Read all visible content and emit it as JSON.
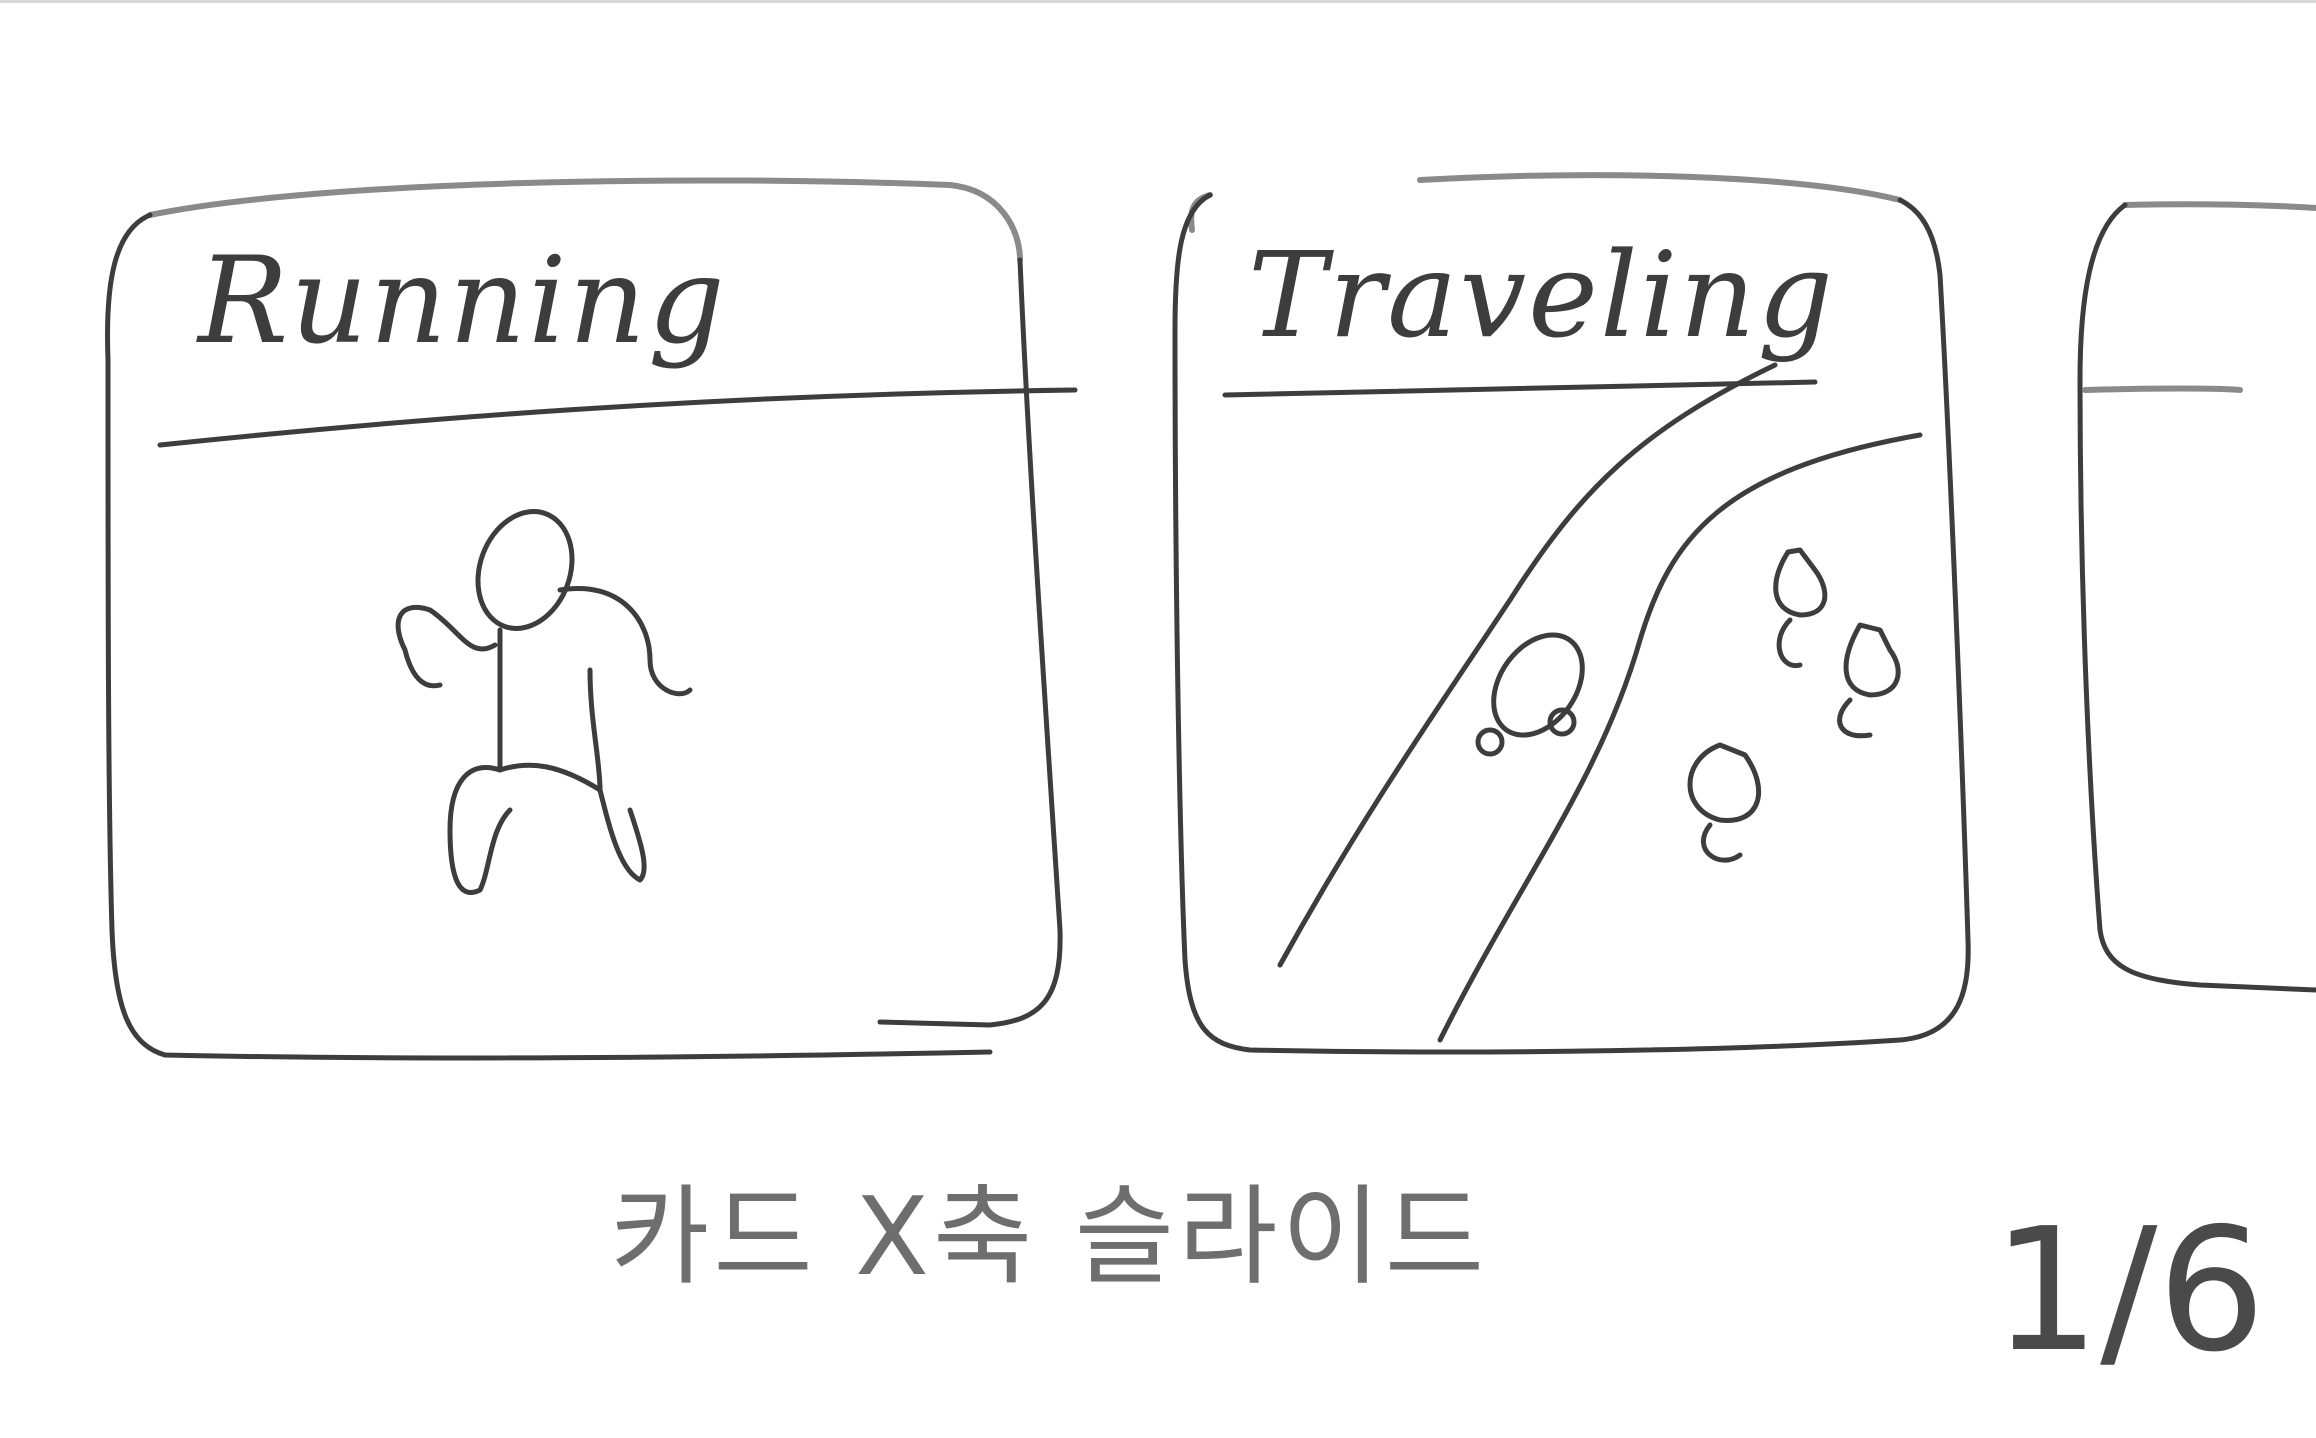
{
  "carousel": {
    "cards": [
      {
        "title": "Running",
        "illustration": "runner-figure"
      },
      {
        "title": "Traveling",
        "illustration": "road-with-car-and-trees"
      },
      {
        "title": "",
        "illustration": "partially-visible-card"
      }
    ],
    "caption": "카드 X축 슬라이드",
    "page_indicator": "1/6"
  }
}
